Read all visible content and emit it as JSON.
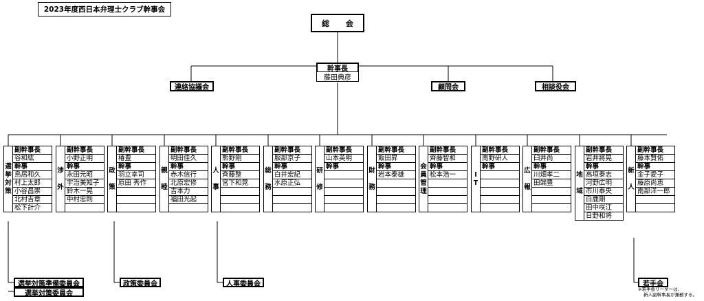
{
  "title": "2023年度西日本弁理士クラブ幹事会",
  "general_meeting": "総 会",
  "chief": {
    "label": "幹事長",
    "name": "藤田典彦"
  },
  "advisory": [
    "連絡協議会",
    "顧問会",
    "相談役会"
  ],
  "columns": [
    {
      "label": [
        "選",
        "挙",
        "対",
        "策"
      ],
      "rows": [
        "副幹事長",
        "谷和紘",
        "幹事",
        "鳥居和久",
        "村上太郎",
        "小谷昌崇",
        "北村吉章",
        "松下計介"
      ]
    },
    {
      "label": [
        "渉",
        "",
        "外"
      ],
      "rows": [
        "副幹事長",
        "小野正明",
        "幹事",
        "永田元昭",
        "宇治美知子",
        "鈴木一晃",
        "中村忠則",
        ""
      ]
    },
    {
      "label": [
        "政",
        "",
        "策"
      ],
      "rows": [
        "副幹事長",
        "椿豊",
        "幹事",
        "羽立幸司",
        "原田 秀作",
        "",
        "",
        ""
      ]
    },
    {
      "label": [
        "親",
        "",
        "睦"
      ],
      "rows": [
        "副幹事長",
        "明田佳久",
        "幹事",
        "赤木信行",
        "北原宏修",
        "吉本力",
        "福田光起",
        ""
      ]
    },
    {
      "label": [
        "人",
        "",
        "事"
      ],
      "rows": [
        "副幹事長",
        "熊野剛",
        "幹事",
        "斉藤整",
        "宮下和晃",
        "",
        "",
        ""
      ]
    },
    {
      "label": [
        "総",
        "",
        "務"
      ],
      "rows": [
        "副幹事長",
        "服部京子",
        "幹事",
        "白井宏紀",
        "水原正弘",
        "",
        "",
        ""
      ]
    },
    {
      "label": [
        "研",
        "",
        "修"
      ],
      "rows": [
        "副幹事長",
        "山本英明",
        "幹事",
        "",
        "",
        "",
        "",
        ""
      ]
    },
    {
      "label": [
        "財",
        "",
        "務"
      ],
      "rows": [
        "副幹事長",
        "飯田昇",
        "幹事",
        "岩本泰雄",
        "",
        "",
        "",
        ""
      ]
    },
    {
      "label": [
        "会",
        "員",
        "管",
        "理"
      ],
      "rows": [
        "副幹事長",
        "齊藤智和",
        "幹事",
        "松本浩一",
        "",
        "",
        "",
        ""
      ]
    },
    {
      "label": [
        "I",
        "T"
      ],
      "rows": [
        "副幹事長",
        "南野研人",
        "幹事",
        "",
        "",
        "",
        "",
        ""
      ]
    },
    {
      "label": [
        "広",
        "",
        "報"
      ],
      "rows": [
        "副幹事長",
        "臼井尚",
        "幹事",
        "川畑孝二",
        "田端豊",
        "",
        "",
        ""
      ]
    },
    {
      "label": [
        "地",
        "",
        "域"
      ],
      "rows": [
        "副幹事長",
        "岩井將晃",
        "幹事",
        "高垣泰志",
        "河野広明",
        "市川泰央",
        "白鹿剛",
        "田中咲江",
        "日野和将"
      ]
    },
    {
      "label": [
        "新",
        "",
        "人"
      ],
      "rows": [
        "副幹事長",
        "藤本賢佑",
        "幹事",
        "金子愛子",
        "藤原尚恵",
        "南部洋一郎",
        "",
        ""
      ]
    }
  ],
  "committees": {
    "senkyo": [
      "選挙対策準備委員会",
      "選挙対策委員会"
    ],
    "seisaku": "政策委員会",
    "jinji": "人事委員会",
    "wakate": "若手会"
  },
  "note": [
    "※若手会リーダーは、",
    "新人副幹事長が兼務する。"
  ]
}
